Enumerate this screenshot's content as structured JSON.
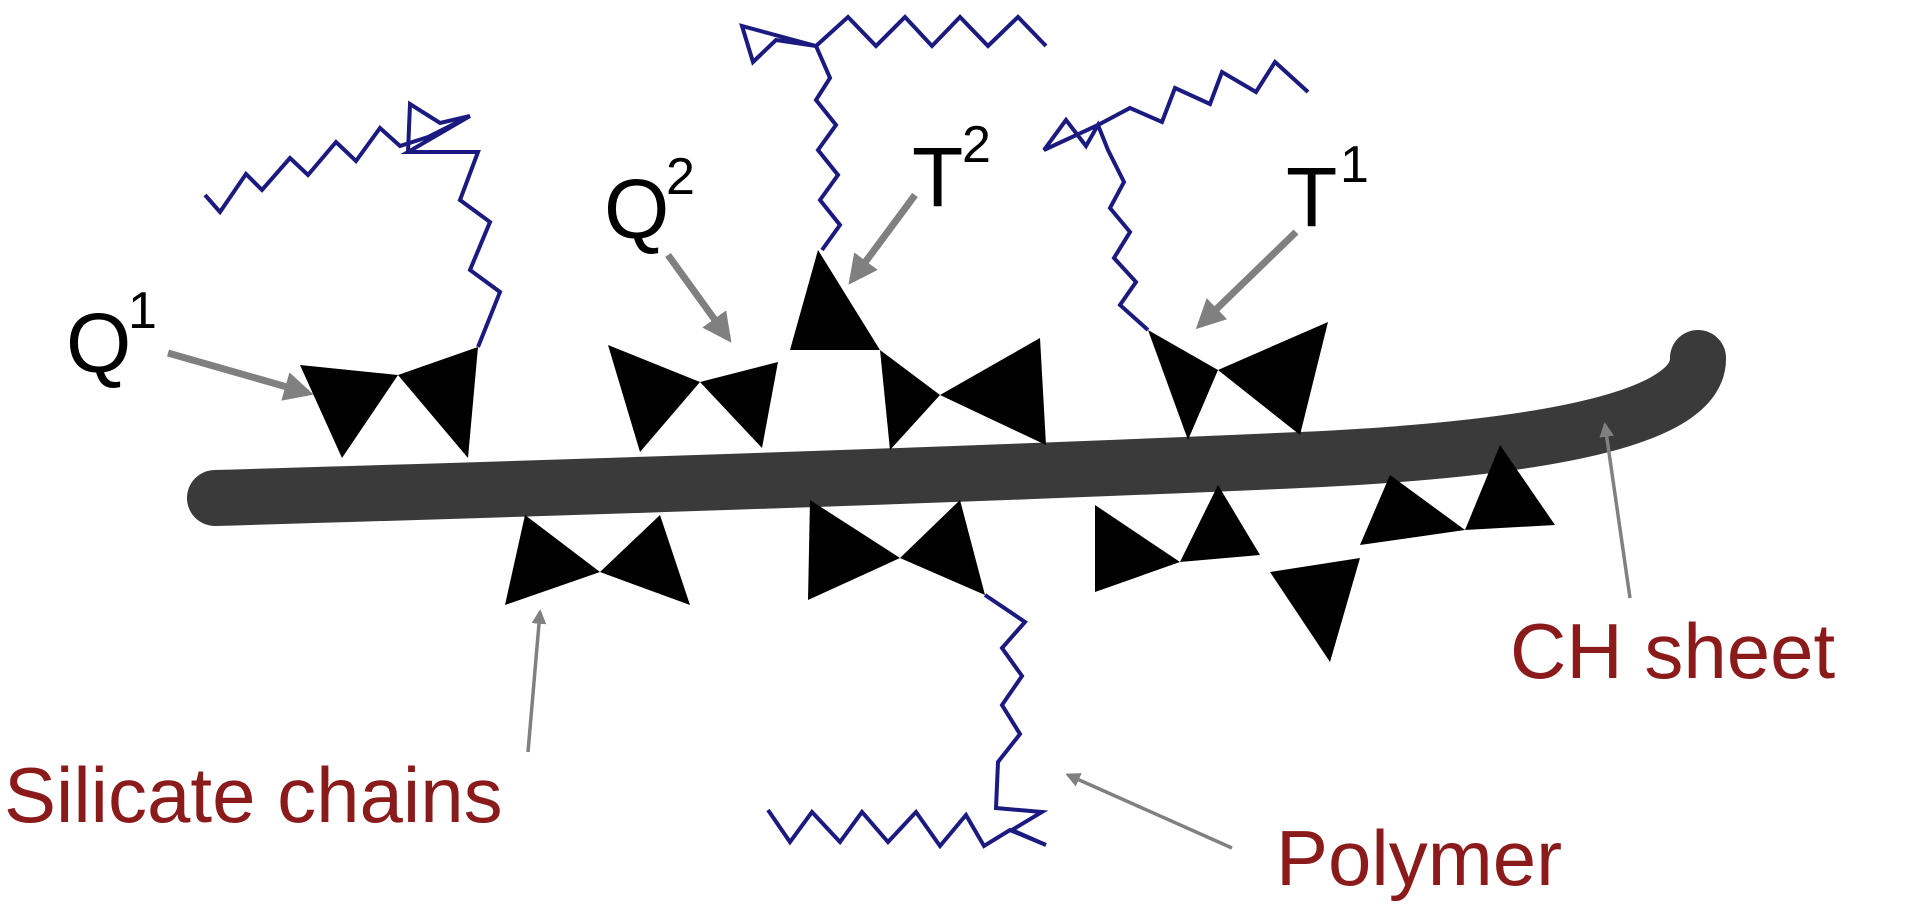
{
  "labels": {
    "q1": {
      "base": "Q",
      "sup": "1"
    },
    "q2": {
      "base": "Q",
      "sup": "2"
    },
    "t2": {
      "base": "T",
      "sup": "2"
    },
    "t1": {
      "base": "T",
      "sup": "1"
    },
    "ch_sheet": "CH sheet",
    "silicate_chains": "Silicate chains",
    "polymer": "Polymer"
  },
  "colors": {
    "tetrahedron": "#000000",
    "ch_sheet": "#3a3a3a",
    "polymer_chain": "#1a1a80",
    "pointer_arrow": "#808080",
    "caption_text": "#8b1a1a"
  }
}
